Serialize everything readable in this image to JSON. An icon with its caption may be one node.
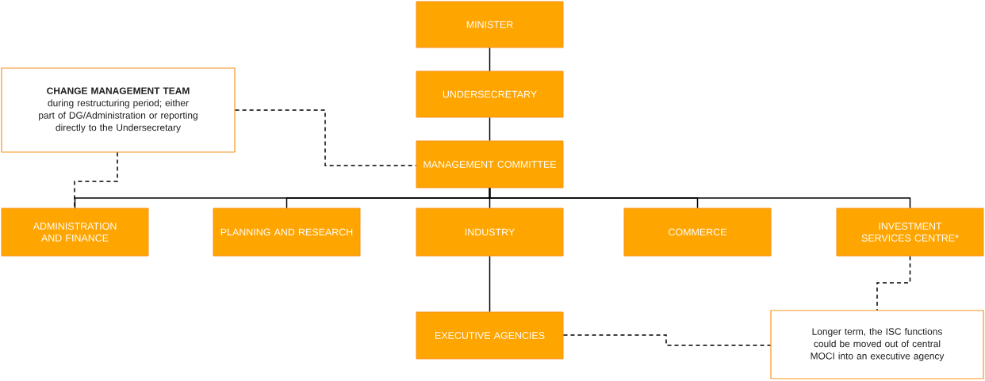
{
  "diagram": {
    "nodes": [
      {
        "text": [
          "MINISTER"
        ]
      },
      {
        "text": [
          "UNDERSECRETARY"
        ]
      },
      {
        "text": [
          "MANAGEMENT COMMITTEE"
        ]
      },
      {
        "text": [
          "CHANGE MANAGEMENT TEAM",
          "during restructuring period; either part of DG/Administration or reporting directly to the Undersecretary"
        ]
      },
      {
        "text": [
          "ADMINISTRATION AND FINANCE"
        ]
      },
      {
        "text": [
          "PLANNING AND RESEARCH"
        ]
      },
      {
        "text": [
          "INDUSTRY"
        ]
      },
      {
        "text": [
          "COMMERCE"
        ]
      },
      {
        "text": [
          "INVESTMENT SERVICES CENTRE*"
        ]
      },
      {
        "text": [
          "EXECUTIVE AGENCIES"
        ]
      },
      {
        "text": [
          "Longer term, the ISC functions could be moved out of central MOCI into an executive agency"
        ]
      }
    ],
    "edges": [
      {
        "from": 0,
        "to": 1,
        "arrow": "none"
      },
      {
        "from": 1,
        "to": 2,
        "arrow": "none"
      },
      {
        "from": 2,
        "to": 4,
        "arrow": "none"
      },
      {
        "from": 2,
        "to": 5,
        "arrow": "none"
      },
      {
        "from": 2,
        "to": 6,
        "arrow": "none"
      },
      {
        "from": 2,
        "to": 7,
        "arrow": "none"
      },
      {
        "from": 2,
        "to": 8,
        "arrow": "none"
      },
      {
        "from": 3,
        "to": 2,
        "arrow": "none",
        "style": "dashed"
      },
      {
        "from": 3,
        "to": 4,
        "arrow": "none",
        "style": "dashed"
      },
      {
        "from": 6,
        "to": 9,
        "arrow": "none"
      },
      {
        "from": 9,
        "to": 10,
        "arrow": "none",
        "style": "dashed"
      },
      {
        "from": 8,
        "to": 10,
        "arrow": "none",
        "style": "dashed"
      }
    ]
  }
}
